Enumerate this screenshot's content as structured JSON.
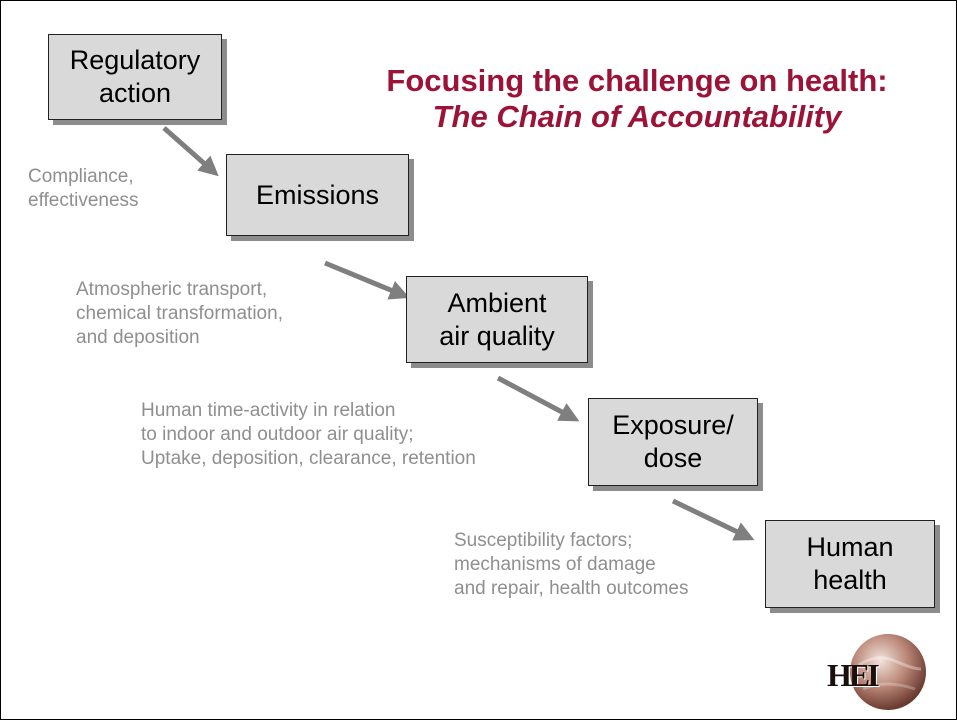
{
  "title": {
    "line1": "Focusing the challenge on health:",
    "line2": "The Chain of Accountability"
  },
  "boxes": {
    "regulatory": "Regulatory\naction",
    "emissions": "Emissions",
    "ambient": "Ambient\nair quality",
    "exposure": "Exposure/\ndose",
    "health": "Human\nhealth"
  },
  "notes": {
    "compliance": "Compliance,\neffectiveness",
    "atmospheric": "Atmospheric transport,\nchemical transformation,\nand deposition",
    "human_time": "Human time-activity in relation\nto indoor and outdoor air quality;\nUptake, deposition, clearance, retention",
    "susceptibility": "Susceptibility factors;\nmechanisms of damage\nand repair, health outcomes"
  },
  "logo": {
    "text": "HEI"
  },
  "colors": {
    "title": "#9c1338",
    "box_fill": "#d9d9d9",
    "note_text": "#8f8f8f",
    "arrow": "#7f7f7f"
  }
}
